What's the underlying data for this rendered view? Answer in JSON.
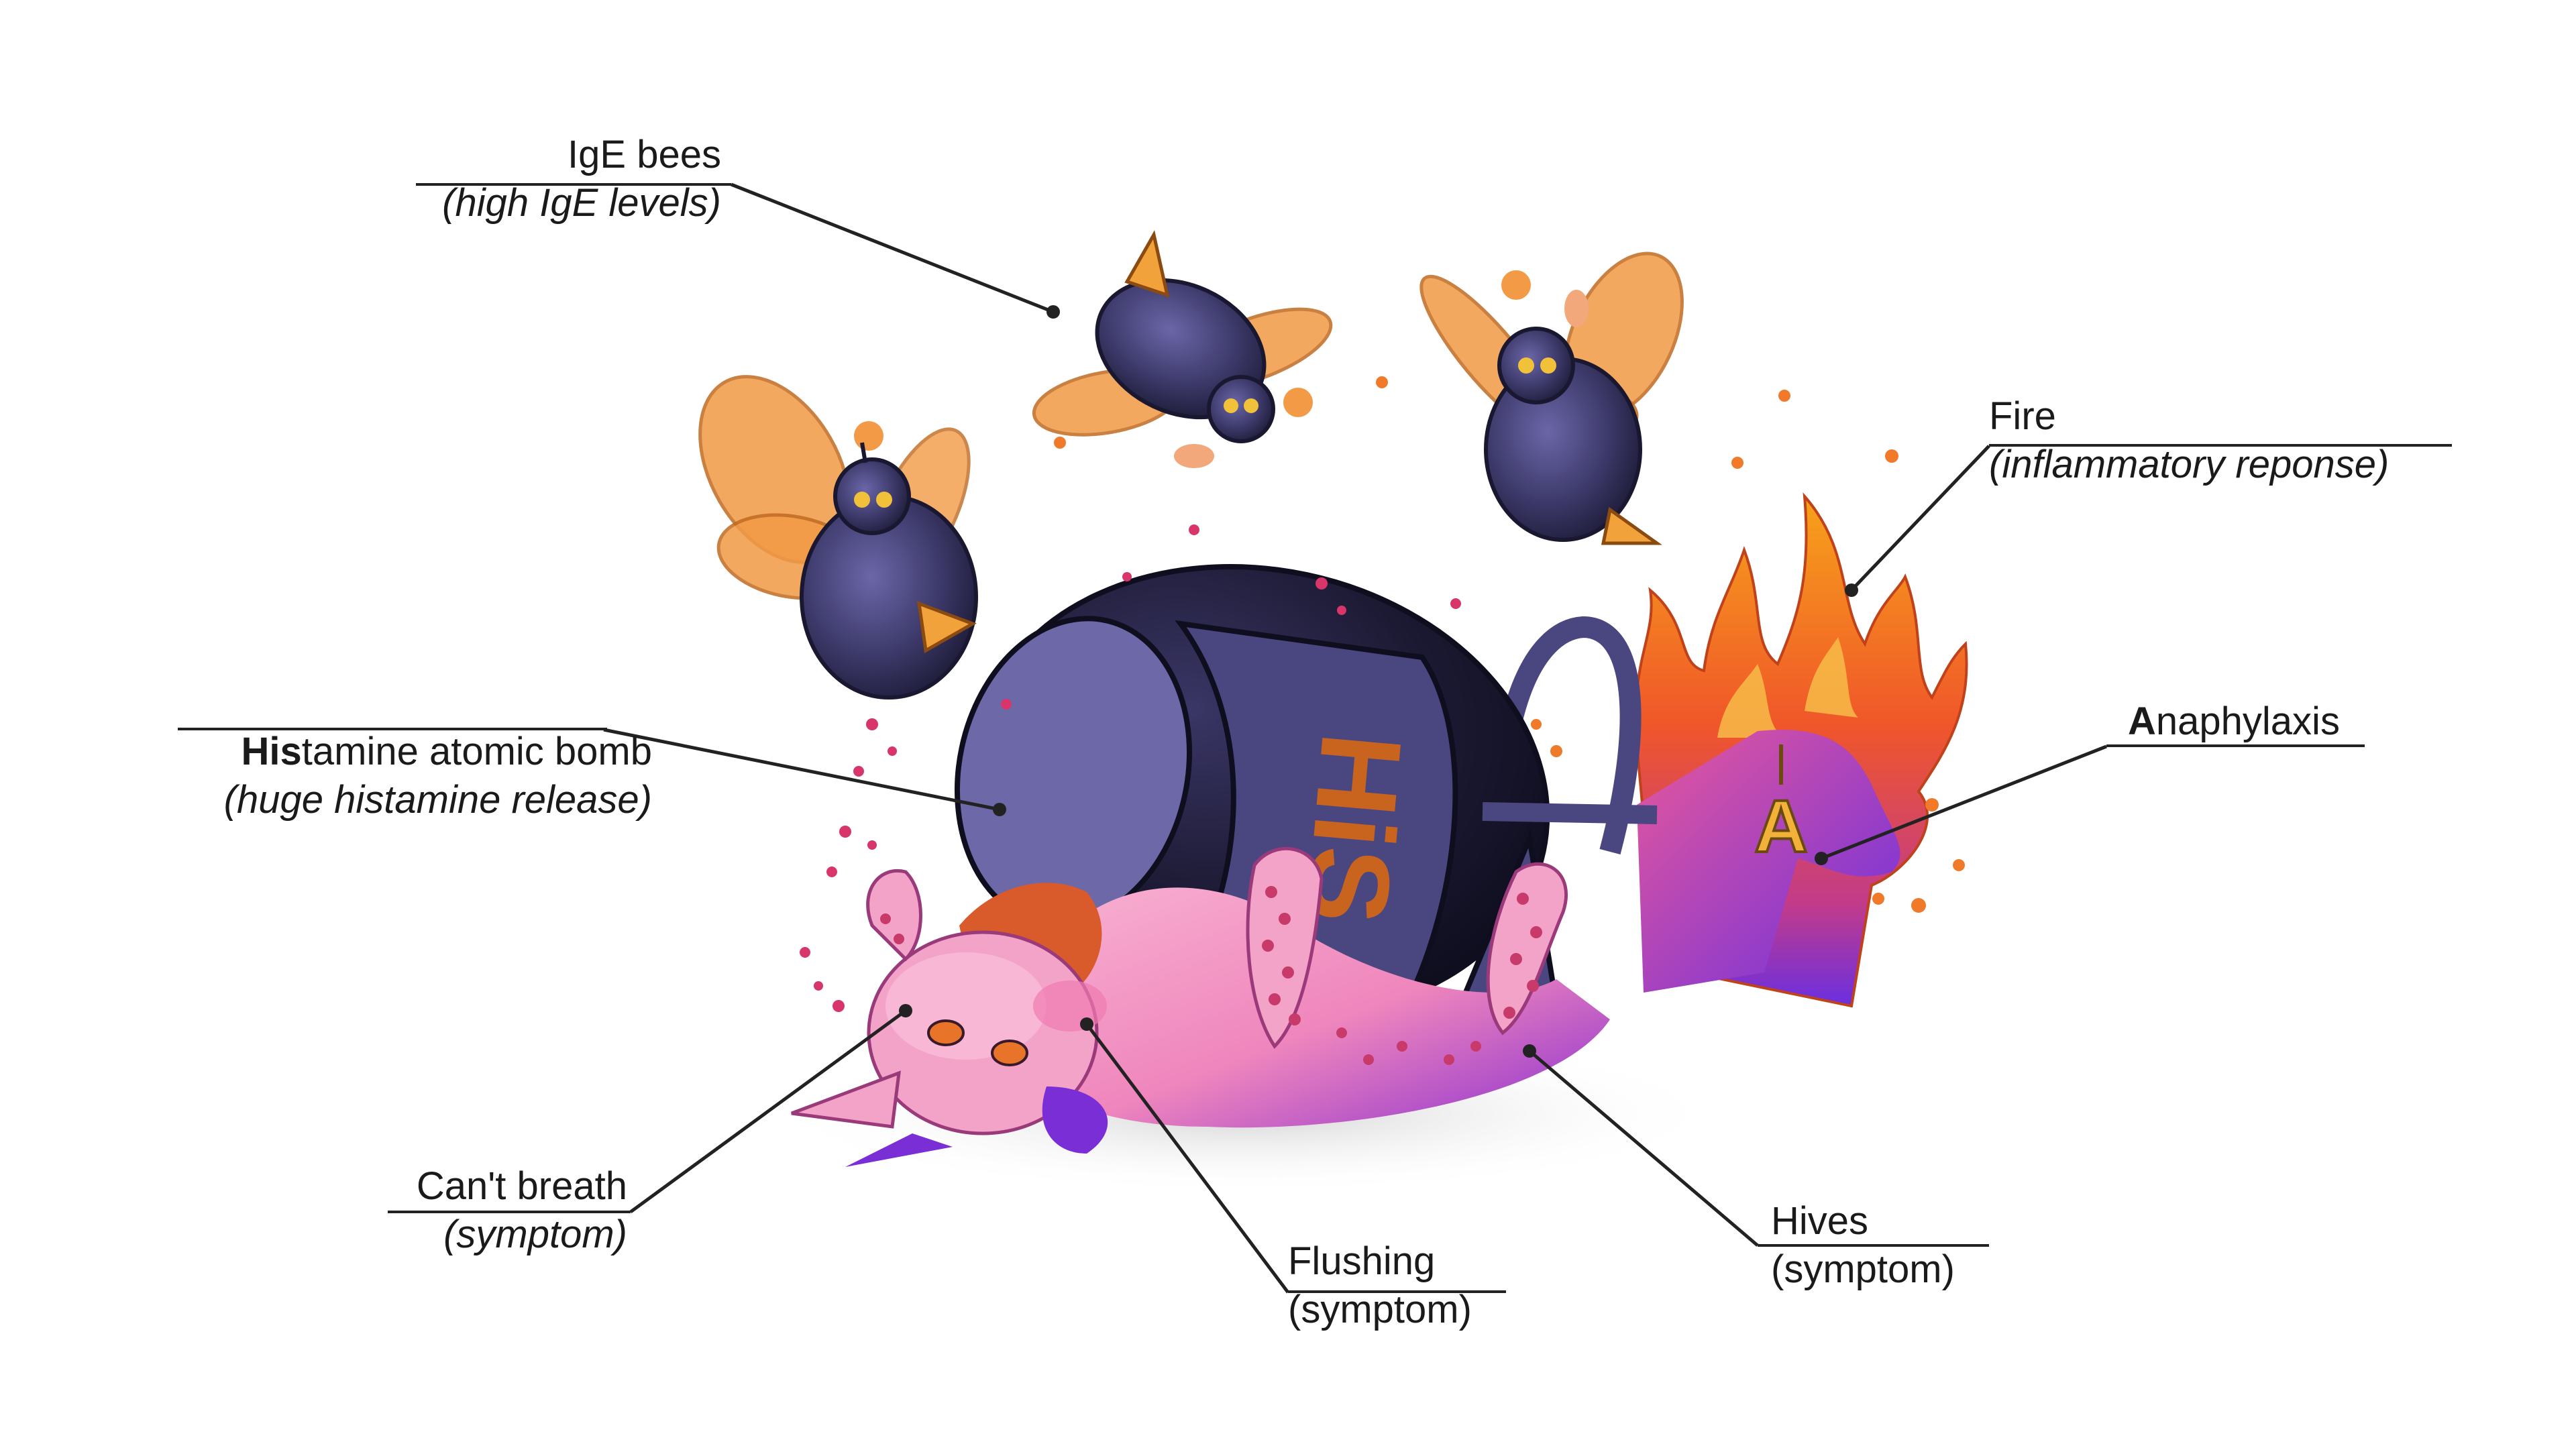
{
  "labels": {
    "ige_bees": {
      "title": "IgE bees",
      "subtitle": "(high IgE levels)"
    },
    "fire": {
      "title": "Fire",
      "subtitle": "(inflammatory reponse)"
    },
    "anaphylaxis": {
      "bold": "A",
      "rest": "naphylaxis"
    },
    "histamine": {
      "bold": "His",
      "rest": "tamine atomic bomb",
      "subtitle": "(huge histamine release)"
    },
    "cant_breath": {
      "title": "Can't breath",
      "subtitle": "(symptom)"
    },
    "flushing": {
      "title": "Flushing",
      "subtitle": "(symptom)"
    },
    "hives": {
      "title": "Hives",
      "subtitle": "(symptom)"
    }
  },
  "bomb_text": "HiS",
  "tag_letter": "A",
  "colors": {
    "bee_body": "#3d3a6b",
    "bee_wing": "#f29a45",
    "bomb_dark": "#1c1a33",
    "bomb_band": "#4a4680",
    "bomb_letters": "#c8641e",
    "cat_pink": "#f4a3c8",
    "cat_purple": "#8a2fd0",
    "fire_orange": "#f5761e",
    "fire_purple": "#7a2fd6",
    "line": "#222222"
  }
}
